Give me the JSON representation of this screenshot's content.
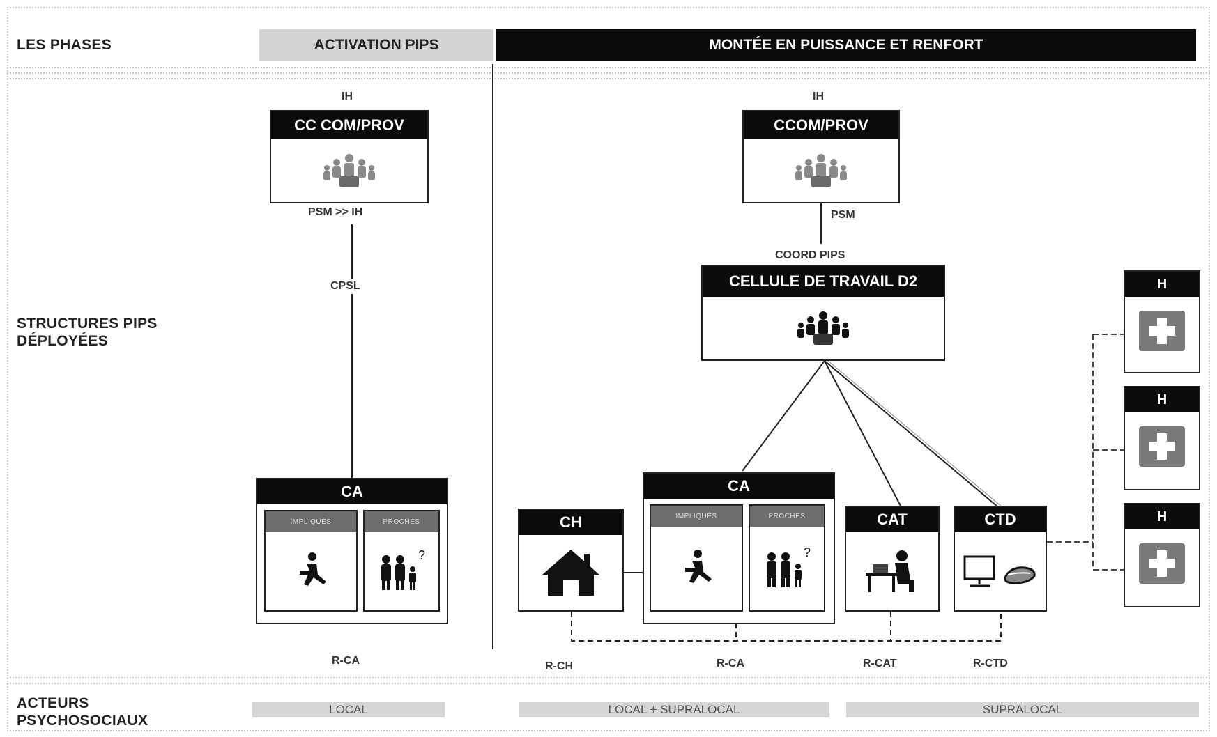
{
  "row_labels": {
    "phases": "LES PHASES",
    "structures_line1": "STRUCTURES PIPS",
    "structures_line2": "DÉPLOYÉES",
    "actors_line1": "ACTEURS",
    "actors_line2": "PSYCHOSOCIAUX"
  },
  "phases": {
    "activation": "ACTIVATION PIPS",
    "montee": "MONTÉE EN PUISSANCE ET RENFORT"
  },
  "left": {
    "ih_label": "IH",
    "cc_title": "CC COM/PROV",
    "psm_label": "PSM  >> IH",
    "cpsl_label": "CPSL",
    "ca_title": "CA",
    "impliques": "IMPLIQUÉS",
    "proches": "PROCHES",
    "rca_label": "R-CA"
  },
  "right": {
    "ih_label": "IH",
    "ccom_title": "CCOM/PROV",
    "psm_label": "PSM",
    "coord_label": "COORD PIPS",
    "cellule_title": "CELLULE DE TRAVAIL D2",
    "ch_title": "CH",
    "ca_title": "CA",
    "impliques": "IMPLIQUÉS",
    "proches": "PROCHES",
    "cat_title": "CAT",
    "ctd_title": "CTD",
    "h_titles": [
      "H",
      "H",
      "H"
    ],
    "rch_label": "R-CH",
    "rca_label": "R-CA",
    "rcat_label": "R-CAT",
    "rctd_label": "R-CTD"
  },
  "footer": {
    "local": "LOCAL",
    "local_supralocal": "LOCAL + SUPRALOCAL",
    "supralocal": "SUPRALOCAL"
  },
  "icons": {
    "group": "group-icon",
    "running_person": "running-person-icon",
    "family": "family-icon",
    "house": "house-icon",
    "desk_worker": "desk-worker-icon",
    "computer_phone": "computer-phone-icon",
    "medical_cross": "medical-cross-icon"
  },
  "colors": {
    "dark_header": "#0b0b0b",
    "light_phase": "#d3d3d3",
    "sub_header": "#6d6d6d",
    "cross_bg": "#7a7a7a"
  }
}
